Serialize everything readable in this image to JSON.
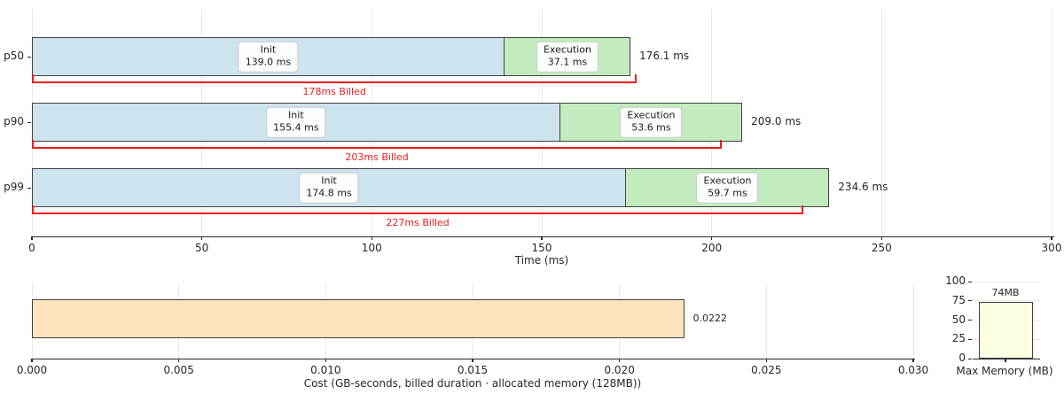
{
  "colors": {
    "init_fill": "#cde3ee",
    "execution_fill": "#c2ecbd",
    "cost_fill": "#fce3bc",
    "memory_fill": "#fdfde1",
    "bar_edge": "#404040",
    "billed_red": "#ee1c1c",
    "grid": "#e8e8e8",
    "axis": "#262626"
  },
  "chart_data": [
    {
      "type": "bar",
      "orientation": "horizontal",
      "stacked": true,
      "title": "",
      "xlabel": "Time (ms)",
      "xlim": [
        0,
        300
      ],
      "xticks": [
        0,
        50,
        100,
        150,
        200,
        250,
        300
      ],
      "xtick_labels": [
        "0",
        "50",
        "100",
        "150",
        "200",
        "250",
        "300"
      ],
      "grid": true,
      "categories": [
        "p50",
        "p90",
        "p99"
      ],
      "series": [
        {
          "name": "Init",
          "values": [
            139.0,
            155.4,
            174.8
          ]
        },
        {
          "name": "Execution",
          "values": [
            37.1,
            53.6,
            59.7
          ]
        }
      ],
      "rows": [
        {
          "category": "p50",
          "init": 139.0,
          "init_name": "Init",
          "init_value_label": "139.0 ms",
          "exec": 37.1,
          "exec_name": "Execution",
          "exec_value_label": "37.1 ms",
          "total": 176.1,
          "total_label": "176.1 ms",
          "billed": 178,
          "billed_label": "178ms Billed"
        },
        {
          "category": "p90",
          "init": 155.4,
          "init_name": "Init",
          "init_value_label": "155.4 ms",
          "exec": 53.6,
          "exec_name": "Execution",
          "exec_value_label": "53.6 ms",
          "total": 209.0,
          "total_label": "209.0 ms",
          "billed": 203,
          "billed_label": "203ms Billed"
        },
        {
          "category": "p99",
          "init": 174.8,
          "init_name": "Init",
          "init_value_label": "174.8 ms",
          "exec": 59.7,
          "exec_name": "Execution",
          "exec_value_label": "59.7 ms",
          "total": 234.6,
          "total_label": "234.6 ms",
          "billed": 227,
          "billed_label": "227ms Billed"
        }
      ]
    },
    {
      "type": "bar",
      "orientation": "horizontal",
      "title": "",
      "xlabel": "Cost (GB-seconds, billed duration · allocated memory (128MB))",
      "xlim": [
        0,
        0.03
      ],
      "xticks": [
        0,
        0.005,
        0.01,
        0.015,
        0.02,
        0.025,
        0.03
      ],
      "xtick_labels": [
        "0.000",
        "0.005",
        "0.010",
        "0.015",
        "0.020",
        "0.025",
        "0.030"
      ],
      "grid": true,
      "categories": [
        ""
      ],
      "values": [
        0.0222
      ],
      "value_label": "0.0222"
    },
    {
      "type": "bar",
      "orientation": "vertical",
      "title": "",
      "xlabel": "Max Memory (MB)",
      "ylim": [
        0,
        100
      ],
      "yticks": [
        0,
        25,
        50,
        75,
        100
      ],
      "ytick_labels": [
        "0",
        "25",
        "50",
        "75",
        "100"
      ],
      "grid": true,
      "categories": [
        ""
      ],
      "values": [
        74
      ],
      "value_label": "74MB"
    }
  ]
}
